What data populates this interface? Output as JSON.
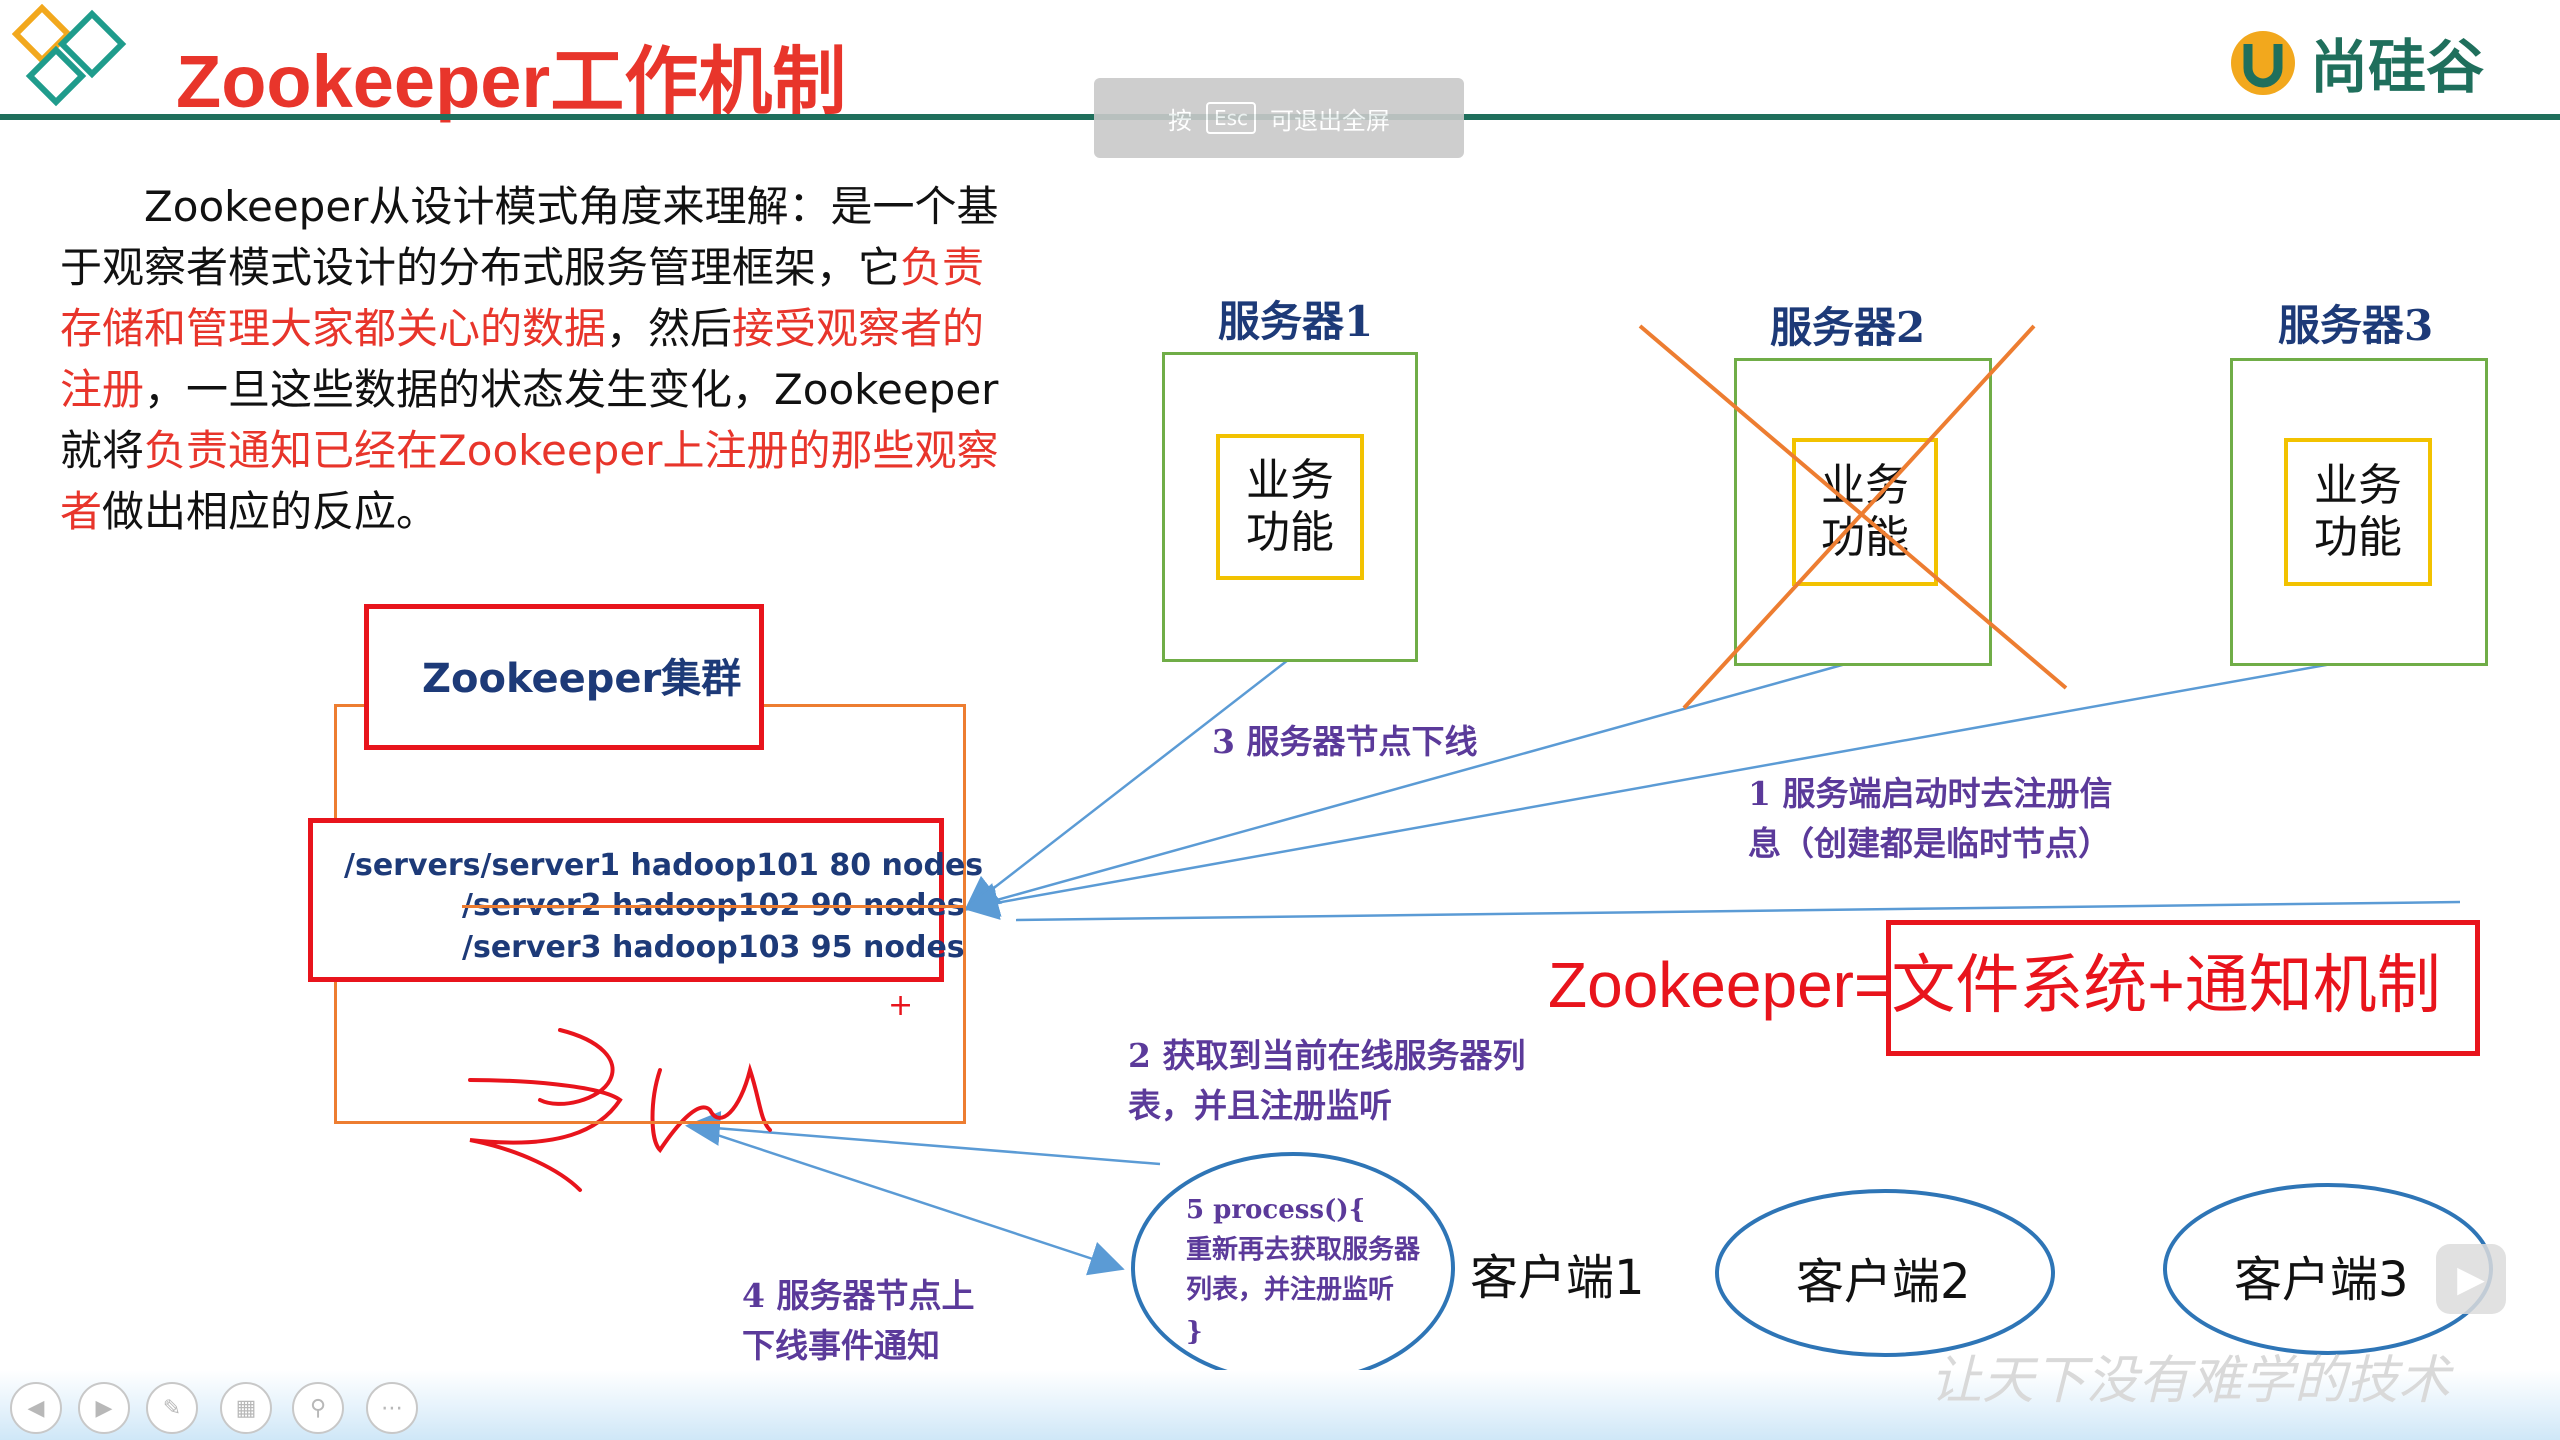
{
  "header": {
    "title": "Zookeeper工作机制",
    "brand": "尚硅谷",
    "esc_prefix": "按",
    "esc_key": "Esc",
    "esc_suffix": "可退出全屏"
  },
  "intro": {
    "p1": "Zookeeper从设计模式角度来理解：是一个基于观察者模式设计的分布式服务管理框架，它",
    "p2": "负责存储和管理大家都关心的数据",
    "p3": "，然后",
    "p4": "接受观察者的注册",
    "p5": "，一旦这些数据的状态发生变化，Zookeeper就将",
    "p6": "负责通知已经在Zookeeper上注册的那些观察者",
    "p7": "做出相应的反应。"
  },
  "servers": [
    {
      "label": "服务器1",
      "function": "业务\n功能",
      "offline": false
    },
    {
      "label": "服务器2",
      "function": "业务\n功能",
      "offline": true
    },
    {
      "label": "服务器3",
      "function": "业务\n功能",
      "offline": false
    }
  ],
  "cluster": {
    "title": "Zookeeper集群",
    "nodes": [
      {
        "text": "/servers/server1  hadoop101  80 nodes",
        "struck": false
      },
      {
        "text": "/server2 hadoop102  90 nodes",
        "struck": true
      },
      {
        "text": "/server3 hadoop103  95 nodes",
        "struck": false
      }
    ],
    "plus": "+"
  },
  "annotations": {
    "step3": "3 服务器节点下线",
    "step1_l1": "1  服务端启动时去注册信",
    "step1_l2": "息（创建都是临时节点）",
    "step2_l1": "2  获取到当前在线服务器列",
    "step2_l2": "表，并且注册监听",
    "step4_l1": "4  服务器节点上",
    "step4_l2": "下线事件通知"
  },
  "formula": "Zookeeper=文件系统+通知机制",
  "process": {
    "l1": "5 process(){",
    "l2": "重新再去获取服务器",
    "l3": "列表，并注册监听",
    "l4": "}"
  },
  "clients": [
    "客户端1",
    "客户端2",
    "客户端3"
  ],
  "footer": {
    "slogan": "让天下没有难学的技术"
  },
  "colors": {
    "title_red": "#e8352b",
    "server_label_blue": "#1d3a78",
    "annotation_purple": "#5b3a9a",
    "server_box_green": "#70ad47",
    "function_box_yellow": "#f2c200",
    "cluster_orange": "#ed7d31",
    "highlight_red": "#e8141c",
    "arrow_blue": "#5b9bd5",
    "header_rule_green": "#1f6f5c"
  }
}
